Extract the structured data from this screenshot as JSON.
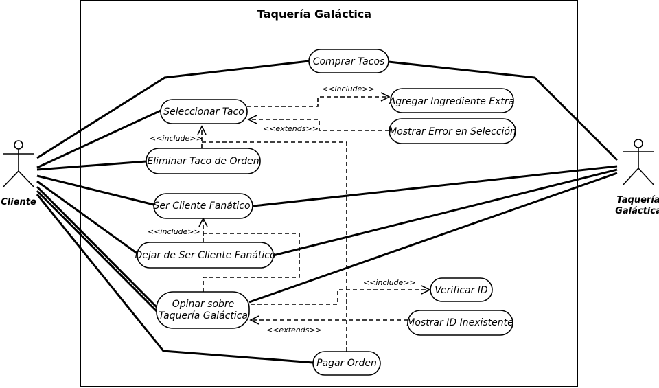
{
  "system": {
    "title": "Taquería Galáctica"
  },
  "actors": {
    "cliente": "Cliente",
    "taqueria_line1": "Taquería",
    "taqueria_line2": "Galáctica"
  },
  "use_cases": {
    "comprar_tacos": "Comprar Tacos",
    "seleccionar_taco": "Seleccionar Taco",
    "agregar_ingrediente": "Agregar Ingrediente Extra",
    "mostrar_error": "Mostrar Error en Selección",
    "eliminar_taco": "Eliminar Taco de Orden",
    "ser_cliente_fanatico": "Ser Cliente Fanático",
    "dejar_cliente_fanatico": "Dejar de Ser Cliente Fanático",
    "opinar_line1": "Opinar sobre",
    "opinar_line2": "Taquería Galáctica",
    "verificar_id": "Verificar ID",
    "mostrar_id_inexistente": "Mostrar ID Inexistente",
    "pagar_orden": "Pagar Orden"
  },
  "stereotypes": {
    "include_agregar": "<<include>>",
    "extends_error": "<<extends>>",
    "include_eliminar": "<<include>>",
    "include_dejar": "<<include>>",
    "include_verificar": "<<include>>",
    "extends_inexistente": "<<extends>>"
  }
}
